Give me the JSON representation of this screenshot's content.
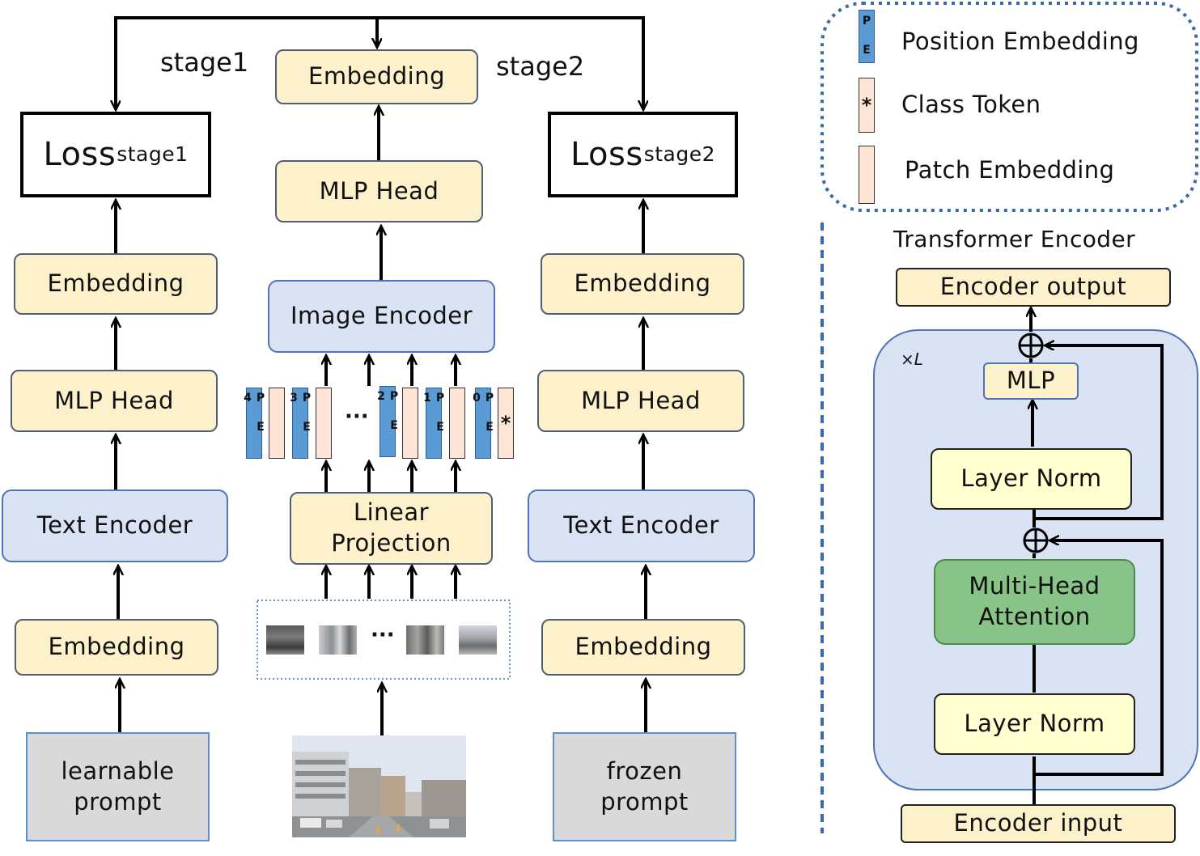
{
  "left": {
    "loss_main": "Loss",
    "loss_sub": "stage1",
    "embedding_top": "Embedding",
    "mlp_head": "MLP Head",
    "text_encoder": "Text Encoder",
    "embedding_bottom": "Embedding",
    "prompt": "learnable prompt"
  },
  "right": {
    "loss_main": "Loss",
    "loss_sub": "stage2",
    "embedding_top": "Embedding",
    "mlp_head": "MLP Head",
    "text_encoder": "Text Encoder",
    "embedding_bottom": "Embedding",
    "prompt": "frozen prompt"
  },
  "center": {
    "stage1_label": "stage1",
    "stage2_label": "stage2",
    "embedding": "Embedding",
    "mlp_head": "MLP Head",
    "image_encoder": "Image Encoder",
    "linear_projection": "Linear Projection",
    "tokens": [
      "P E 4",
      "P E 3",
      "P E 2",
      "P E 1",
      "P E 0"
    ],
    "class_token_symbol": "*",
    "ellipsis": "···"
  },
  "legend": {
    "pe_glyph": "P E",
    "position_embedding": "Position Embedding",
    "class_token": "Class Token",
    "patch_embedding": "Patch Embedding"
  },
  "transformer": {
    "title": "Transformer Encoder",
    "encoder_output": "Encoder output",
    "repeat": "×L",
    "mlp": "MLP",
    "layer_norm_top": "Layer Norm",
    "attention": "Multi-Head Attention",
    "layer_norm_bottom": "Layer Norm",
    "encoder_input": "Encoder input"
  },
  "colors": {
    "yellow_box": "#fdf1cc",
    "blue_box": "#d9e3f3",
    "gray_box": "#d9d9d9",
    "layer_norm": "#ffffcf",
    "attention": "#88c488",
    "pe_token": "#5b9bd5",
    "patch_token": "#fde4d4"
  }
}
